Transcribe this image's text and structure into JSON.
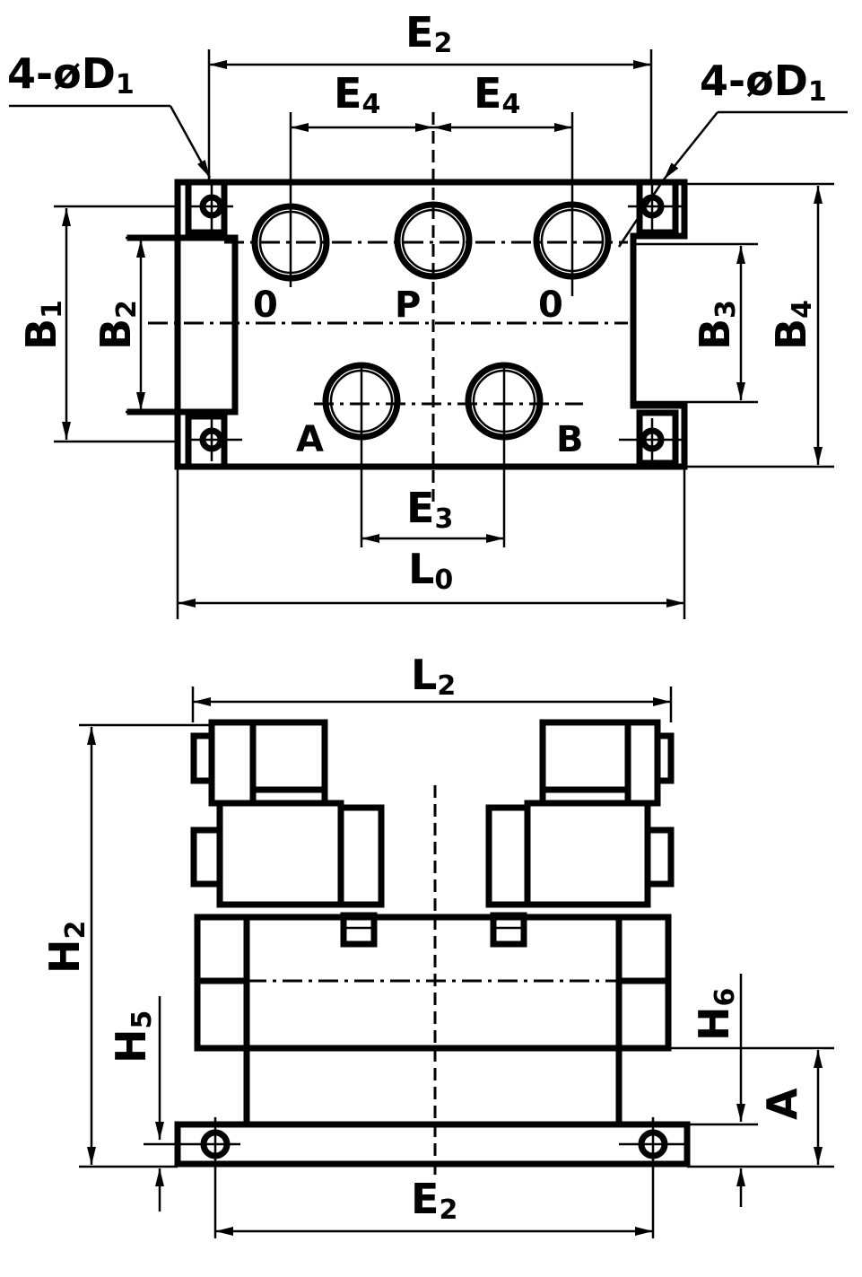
{
  "top_view": {
    "dims": {
      "e2": {
        "main": "E",
        "sub": "2"
      },
      "e4_left": {
        "main": "E",
        "sub": "4"
      },
      "e4_right": {
        "main": "E",
        "sub": "4"
      },
      "d1_left": {
        "main": "4-øD",
        "sub": "1"
      },
      "d1_right": {
        "main": "4-øD",
        "sub": "1"
      },
      "b1": {
        "main": "B",
        "sub": "1"
      },
      "b2": {
        "main": "B",
        "sub": "2"
      },
      "b3": {
        "main": "B",
        "sub": "3"
      },
      "b4": {
        "main": "B",
        "sub": "4"
      },
      "e3": {
        "main": "E",
        "sub": "3"
      },
      "l0": {
        "main": "L",
        "sub": "0"
      }
    },
    "ports": {
      "o_left": "0",
      "p": "P",
      "o_right": "0",
      "a": "A",
      "b": "B"
    }
  },
  "front_view": {
    "dims": {
      "l2": {
        "main": "L",
        "sub": "2"
      },
      "h2": {
        "main": "H",
        "sub": "2"
      },
      "h5": {
        "main": "H",
        "sub": "5"
      },
      "h6": {
        "main": "H",
        "sub": "6"
      },
      "a": {
        "main": "A",
        "sub": ""
      },
      "e2": {
        "main": "E",
        "sub": "2"
      }
    }
  }
}
